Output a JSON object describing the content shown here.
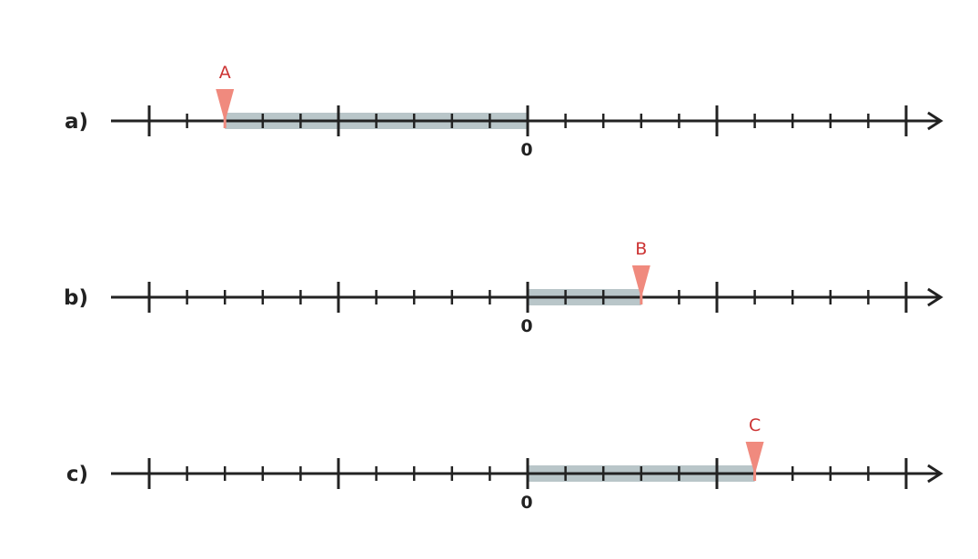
{
  "colors": {
    "axis": "#222222",
    "segment": "#b9c6c9",
    "marker": "#f08a7e",
    "marker_label": "#cc3333"
  },
  "number_lines": [
    {
      "label": "a)",
      "zero_label": "0",
      "range": [
        -10,
        10
      ],
      "minor_step": 1,
      "major_step": 5,
      "marker": {
        "label": "A",
        "value": -8
      },
      "segment": [
        -8,
        0
      ]
    },
    {
      "label": "b)",
      "zero_label": "0",
      "range": [
        -10,
        10
      ],
      "minor_step": 1,
      "major_step": 5,
      "marker": {
        "label": "B",
        "value": 3
      },
      "segment": [
        0,
        3
      ]
    },
    {
      "label": "c)",
      "zero_label": "0",
      "range": [
        -10,
        10
      ],
      "minor_step": 1,
      "major_step": 5,
      "marker": {
        "label": "C",
        "value": 6
      },
      "segment": [
        0,
        6
      ]
    }
  ]
}
